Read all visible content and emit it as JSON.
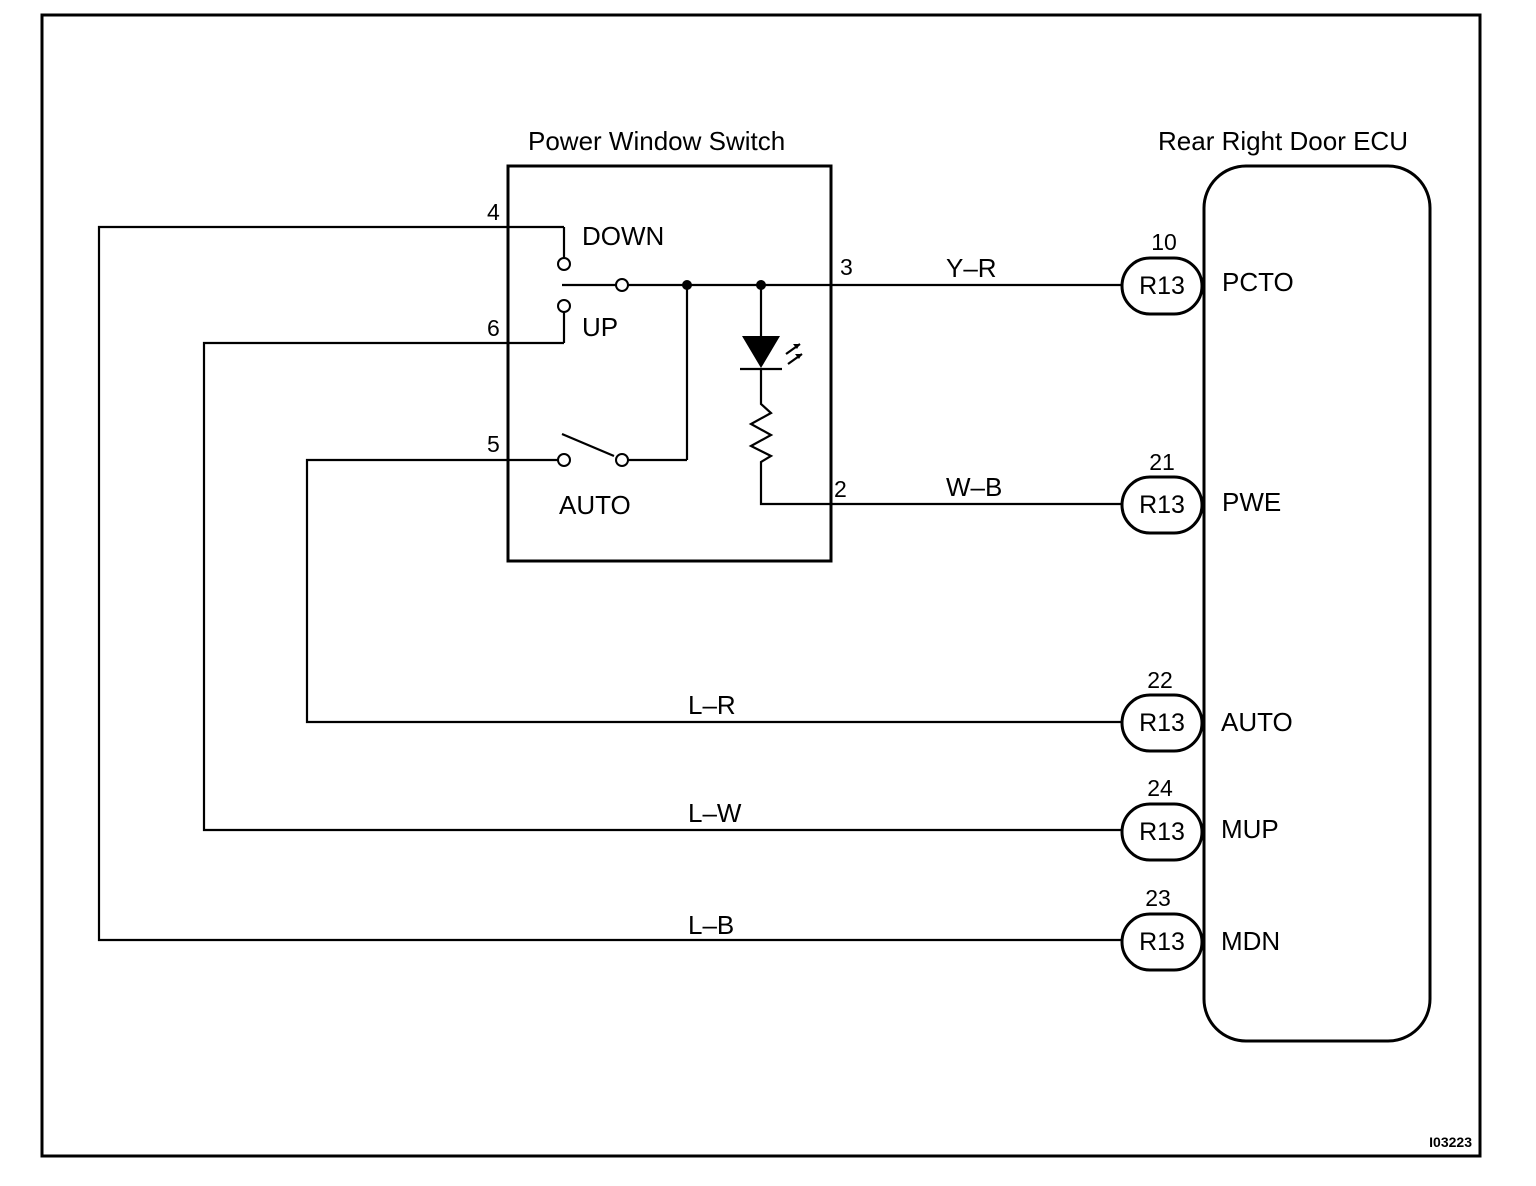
{
  "switch": {
    "title": "Power Window Switch",
    "down_label": "DOWN",
    "up_label": "UP",
    "auto_label": "AUTO",
    "pins": {
      "p4": "4",
      "p6": "6",
      "p5": "5",
      "p3": "3",
      "p2": "2"
    }
  },
  "ecu": {
    "title": "Rear Right Door ECU",
    "connector": "R13",
    "terminals": [
      {
        "pin": "10",
        "name": "PCTO",
        "wire": "Y–R"
      },
      {
        "pin": "21",
        "name": "PWE",
        "wire": "W–B"
      },
      {
        "pin": "22",
        "name": "AUTO",
        "wire": "L–R"
      },
      {
        "pin": "24",
        "name": "MUP",
        "wire": "L–W"
      },
      {
        "pin": "23",
        "name": "MDN",
        "wire": "L–B"
      }
    ]
  },
  "figure_id": "I03223"
}
